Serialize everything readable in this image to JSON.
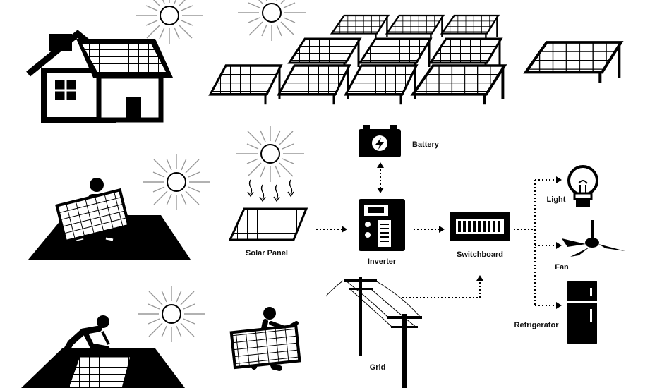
{
  "labels": {
    "battery": "Battery",
    "solar_panel": "Solar Panel",
    "inverter": "Inverter",
    "switchboard": "Switchboard",
    "grid": "Grid",
    "light": "Light",
    "fan": "Fan",
    "refrigerator": "Refrigerator"
  },
  "icons": [
    "house-solar-roof-icon",
    "sun-icon",
    "solar-farm-icon",
    "worker-carrying-panel-icon",
    "sun-rays-icon",
    "solar-panel-icon",
    "battery-icon",
    "inverter-icon",
    "switchboard-icon",
    "utility-pole-icon",
    "light-bulb-icon",
    "ceiling-fan-icon",
    "refrigerator-icon",
    "worker-installing-panel-icon"
  ],
  "colors": {
    "ink": "#000000",
    "ray": "#999999",
    "background": "#ffffff"
  }
}
